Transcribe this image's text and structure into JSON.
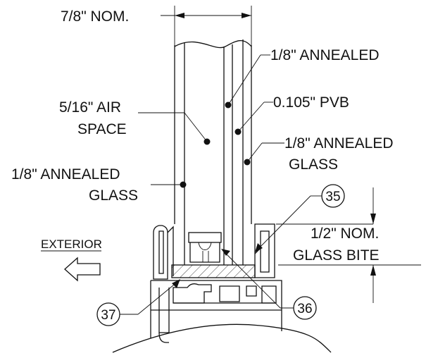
{
  "labels": {
    "nominal_width": "7/8\" NOM.",
    "outer_lite": "1/8\" ANNEALED",
    "interlayer": "0.105\" PVB",
    "inner_lite_line1": "1/8\" ANNEALED",
    "inner_lite_line2": "GLASS",
    "air_space_line1": "5/16\" AIR",
    "air_space_line2": "SPACE",
    "exterior_lite_line1": "1/8\" ANNEALED",
    "exterior_lite_line2": "GLASS",
    "exterior": "EXTERIOR",
    "bite_line1": "1/2\" NOM.",
    "bite_line2": "GLASS BITE"
  },
  "callouts": {
    "c35": "35",
    "c36": "36",
    "c37": "37"
  },
  "colors": {
    "stroke": "#111111",
    "background": "#ffffff"
  },
  "icons": {
    "exterior_arrow": "arrow-left-outline-icon",
    "dimension_arrow": "dimension-arrow-icon",
    "leader_dot": "leader-dot-icon"
  }
}
